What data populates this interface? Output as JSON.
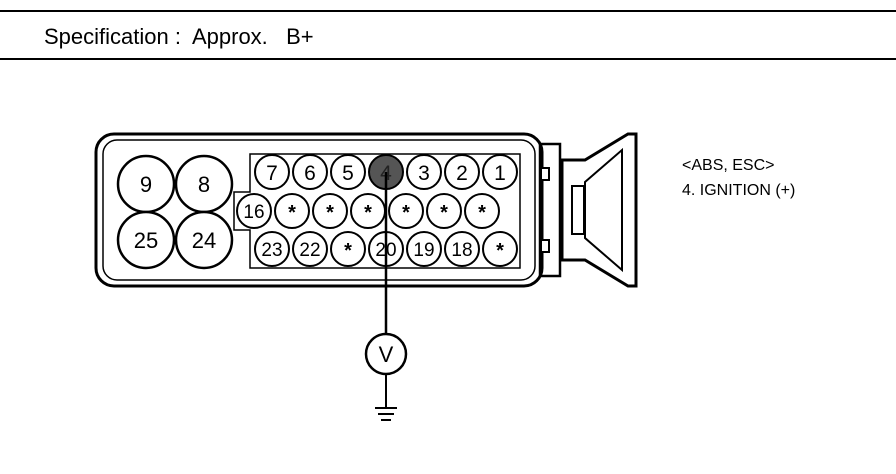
{
  "header": {
    "specification_text": "Specification :  Approx.   B+"
  },
  "connector_label": {
    "title": "<ABS, ESC>",
    "pin_desc": "4. IGNITION (+)"
  },
  "meter": {
    "symbol": "V",
    "ground_icon": "ground-icon"
  },
  "connector": {
    "large_pins": [
      "9",
      "8",
      "25",
      "24"
    ],
    "row_top": [
      "7",
      "6",
      "5",
      "4",
      "3",
      "2",
      "1"
    ],
    "row_mid": [
      "16",
      "*",
      "*",
      "*",
      "*",
      "*",
      "*"
    ],
    "row_bottom": [
      "23",
      "22",
      "*",
      "20",
      "19",
      "18",
      "*"
    ],
    "highlighted_pin": "4"
  }
}
